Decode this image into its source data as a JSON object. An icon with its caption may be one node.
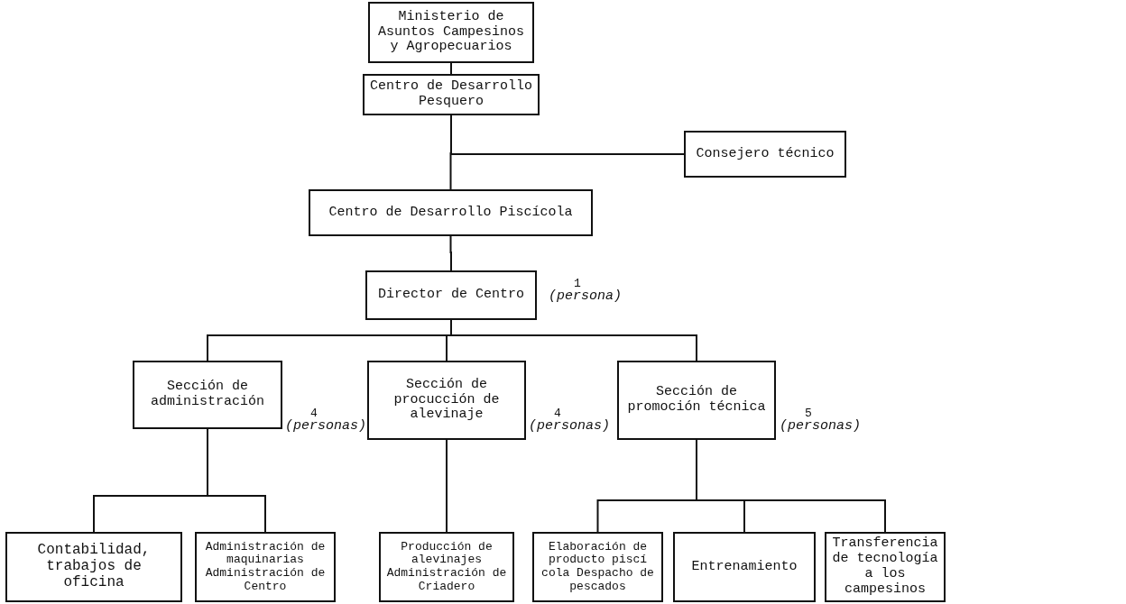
{
  "diagram": {
    "nodes": [
      {
        "text": [
          "Ministerio de Asuntos Campesinos y Agropecuarios"
        ]
      },
      {
        "text": [
          "Centro de Desarrollo Pesquero"
        ]
      },
      {
        "text": [
          "Consejero técnico"
        ]
      },
      {
        "text": [
          "Centro de Desarrollo Piscícola"
        ]
      },
      {
        "text": [
          "Director de Centro"
        ],
        "beside": [
          "1",
          "(persona)"
        ]
      },
      {
        "text": [
          "Sección de administración"
        ],
        "beside": [
          "4",
          "(personas)"
        ]
      },
      {
        "text": [
          "Sección de procucción de alevinaje"
        ],
        "beside": [
          "4",
          "(personas)"
        ]
      },
      {
        "text": [
          "Sección de promoción técnica"
        ],
        "beside": [
          "5",
          "(personas)"
        ]
      },
      {
        "text": [
          "Contabilidad, trabajos de oficina"
        ]
      },
      {
        "text": [
          "Administración de maquinarias Administración de Centro"
        ]
      },
      {
        "text": [
          "Producción de alevinajes Administración de Criadero"
        ]
      },
      {
        "text": [
          "Elaboración de producto piscí cola Despacho de pescados"
        ]
      },
      {
        "text": [
          "Entrenamiento"
        ]
      },
      {
        "text": [
          "Transferencia de tecnología a los campesinos"
        ]
      }
    ],
    "edges": [
      {
        "from": 0,
        "to": 1,
        "arrow": "none"
      },
      {
        "from": 1,
        "to": 3,
        "arrow": "none"
      },
      {
        "from": 1,
        "to": 2,
        "arrow": "none"
      },
      {
        "from": 3,
        "to": 4,
        "arrow": "none"
      },
      {
        "from": 4,
        "to": 5,
        "arrow": "none"
      },
      {
        "from": 4,
        "to": 6,
        "arrow": "none"
      },
      {
        "from": 4,
        "to": 7,
        "arrow": "none"
      },
      {
        "from": 5,
        "to": 8,
        "arrow": "none"
      },
      {
        "from": 5,
        "to": 9,
        "arrow": "none"
      },
      {
        "from": 6,
        "to": 10,
        "arrow": "none"
      },
      {
        "from": 7,
        "to": 11,
        "arrow": "none"
      },
      {
        "from": 7,
        "to": 12,
        "arrow": "none"
      },
      {
        "from": 7,
        "to": 13,
        "arrow": "none"
      }
    ]
  }
}
